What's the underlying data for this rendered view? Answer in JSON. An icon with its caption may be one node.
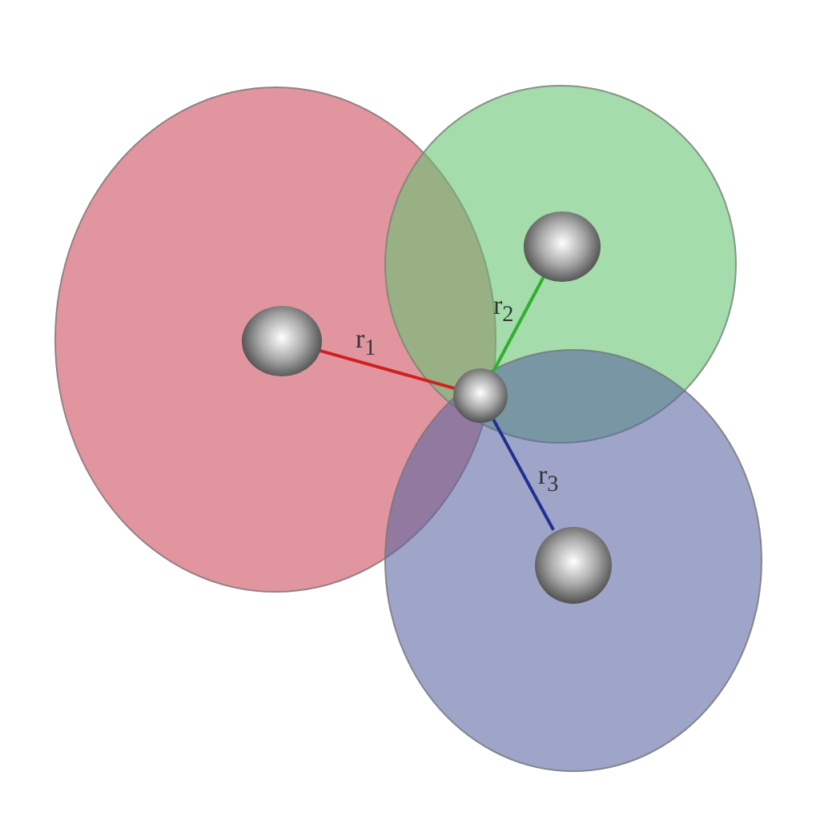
{
  "diagram": {
    "nodes": [
      {
        "text": [],
        "shape": "circle"
      },
      {
        "text": [],
        "shape": "circle",
        "in": 0
      },
      {
        "text": [],
        "shape": "circle"
      },
      {
        "text": [],
        "shape": "circle",
        "in": 2
      },
      {
        "text": [],
        "shape": "circle"
      },
      {
        "text": [],
        "shape": "circle"
      },
      {
        "text": [],
        "shape": "circle",
        "in": 5
      }
    ],
    "edges": [
      {
        "from": 1,
        "to": 4,
        "arrow": "none",
        "label": "r$_{1}$",
        "color": "#d02020"
      },
      {
        "from": 3,
        "to": 4,
        "arrow": "none",
        "label": "r$_{2}$",
        "color": "#30b030"
      },
      {
        "from": 6,
        "to": 4,
        "arrow": "none",
        "label": "r$_{3}$",
        "color": "#203090"
      }
    ]
  }
}
